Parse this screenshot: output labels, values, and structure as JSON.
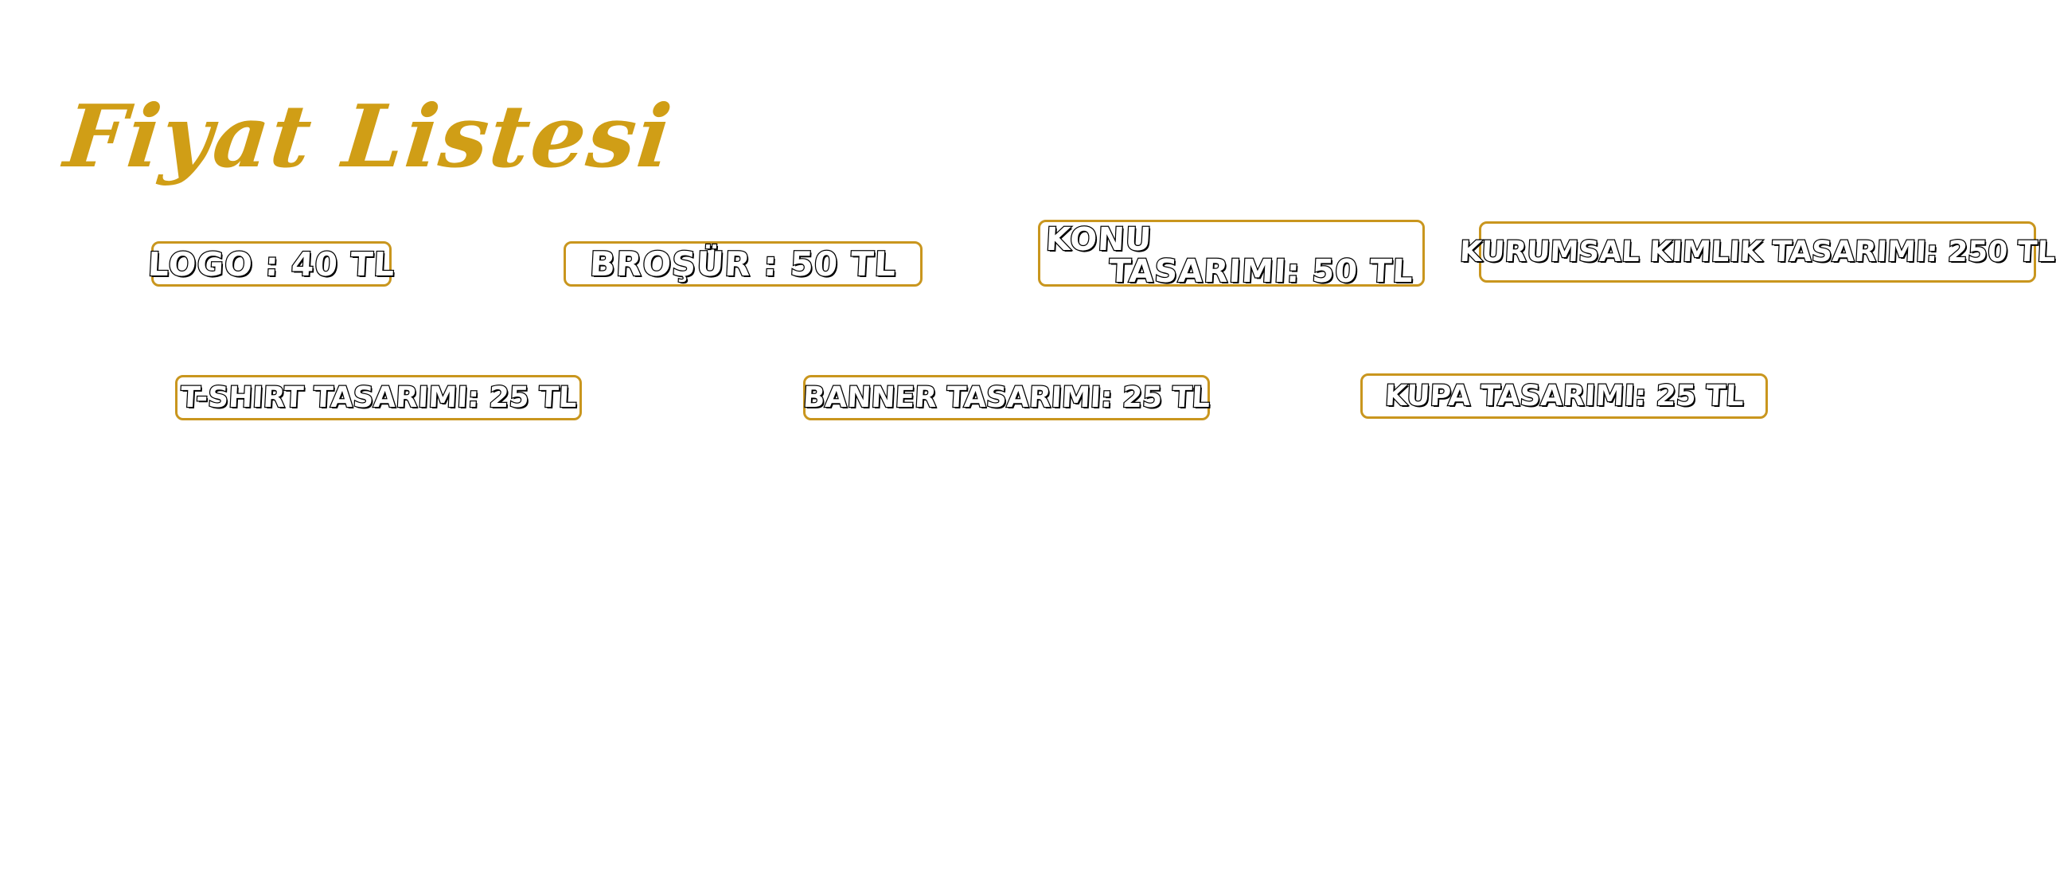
{
  "page": {
    "title": "Fiyat Listesi",
    "accent_color": "#D09E16",
    "box_border_color": "#C9961E"
  },
  "price_items": [
    {
      "label": "LOGO : 40 TL"
    },
    {
      "label": "BROŞÜR : 50 TL"
    },
    {
      "label_line1": "KONU",
      "label_line2": "TASARIMI: 50 TL"
    },
    {
      "label": "KURUMSAL KIMLIK TASARIMI: 250 TL"
    },
    {
      "label": "T-SHIRT TASARIMI: 25 TL"
    },
    {
      "label": "BANNER TASARIMI: 25 TL"
    },
    {
      "label": "KUPA TASARIMI: 25 TL"
    }
  ]
}
